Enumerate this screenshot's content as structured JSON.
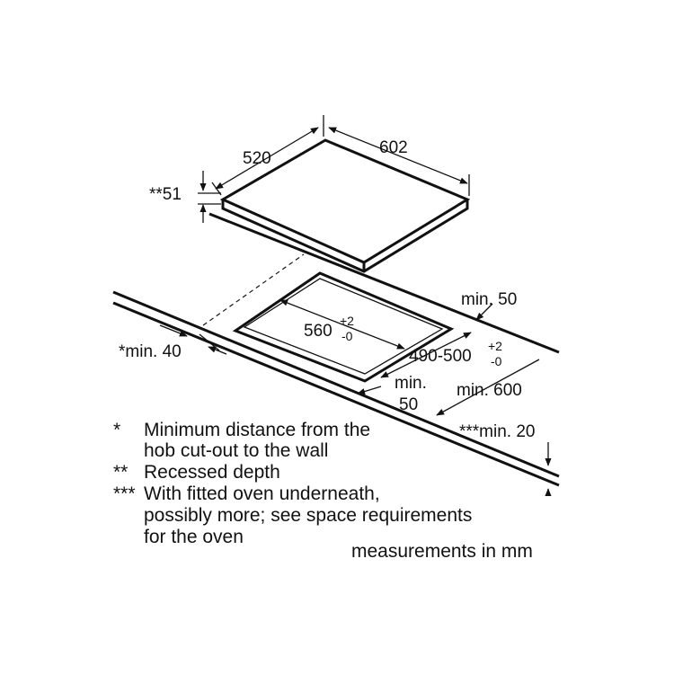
{
  "dimensions": {
    "hob_depth": "520",
    "hob_width": "602",
    "recessed_depth": "**51",
    "cutout_width_value": "560",
    "cutout_width_tol_upper": "+2",
    "cutout_width_tol_lower": "-0",
    "cutout_depth_value": "490-500",
    "cutout_depth_tol_upper": "+2",
    "cutout_depth_tol_lower": "-0",
    "min_50_back": "min. 50",
    "min_40_wall": "*min. 40",
    "min_50_front_line1": "min.",
    "min_50_front_line2": "50",
    "min_600": "min. 600",
    "min_20": "***min. 20"
  },
  "notes": [
    {
      "marker": "*",
      "line1": "Minimum distance from the",
      "line2": "hob cut-out to the wall"
    },
    {
      "marker": "**",
      "line1": "Recessed depth"
    },
    {
      "marker": "***",
      "line1": "With fitted oven underneath,",
      "line2": "possibly more; see space requirements",
      "line3": "for the oven"
    }
  ],
  "units_note": "measurements in mm"
}
